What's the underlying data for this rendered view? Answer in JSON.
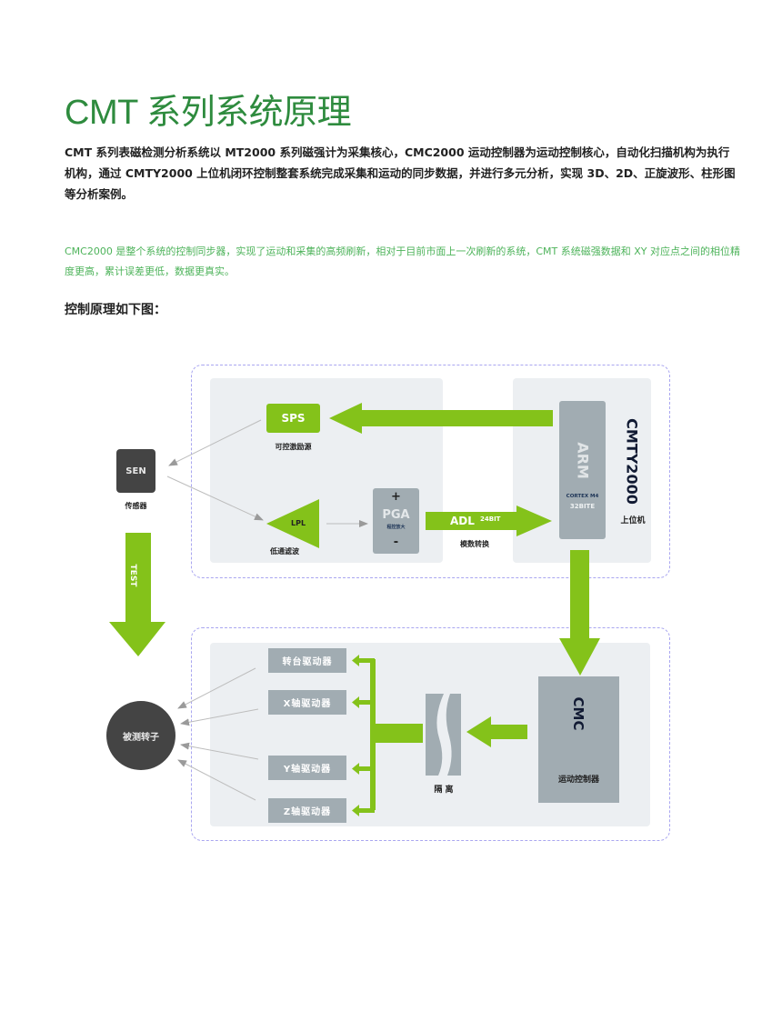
{
  "page": {
    "title": "CMT 系列系统原理",
    "paragraph1": "CMT 系列表磁检测分析系统以 MT2000 系列磁强计为采集核心，CMC2000 运动控制器为运动控制核心，自动化扫描机构为执行机构，通过 CMTY2000 上位机闭环控制整套系统完成采集和运动的同步数据，并进行多元分析，实现 3D、2D、正旋波形、柱形图等分析案例。",
    "paragraph2": "CMC2000 是整个系统的控制同步器，实现了运动和采集的高频刷新，相对于目前市面上一次刷新的系统，CMT 系统磁强数据和 XY 对应点之间的相位精度更高，累计误差更低，数据更真实。",
    "subheading": "控制原理如下图："
  },
  "diagram": {
    "colors": {
      "accent_green": "#84c21a",
      "block_gray": "#a1acb2",
      "dark": "#444444",
      "panel": "#eceff2",
      "dashed_border": "#a9a6f0"
    },
    "sensor": {
      "label": "SEN",
      "caption": "传感器"
    },
    "test_arrow": {
      "label": "TEST"
    },
    "rotor": {
      "label": "被测转子"
    },
    "sps": {
      "label": "SPS",
      "caption": "可控激励源"
    },
    "lpl": {
      "label": "LPL",
      "caption": "低通滤波"
    },
    "pga": {
      "plus": "+",
      "label": "PGA",
      "sublabel": "程控放大",
      "minus": "-"
    },
    "adl": {
      "label": "ADL",
      "bits": "24BIT",
      "caption": "模数转换"
    },
    "arm": {
      "label": "ARM",
      "core": "CORTEX M4",
      "bits": "32BITE"
    },
    "cmty": {
      "label": "CMTY2000",
      "caption": "上位机"
    },
    "cmc": {
      "label": "CMC",
      "caption": "运动控制器"
    },
    "isolation": {
      "caption": "隔 离"
    },
    "drivers": [
      {
        "label": "转台驱动器"
      },
      {
        "label": "X轴驱动器"
      },
      {
        "label": "Y轴驱动器"
      },
      {
        "label": "Z轴驱动器"
      }
    ]
  }
}
